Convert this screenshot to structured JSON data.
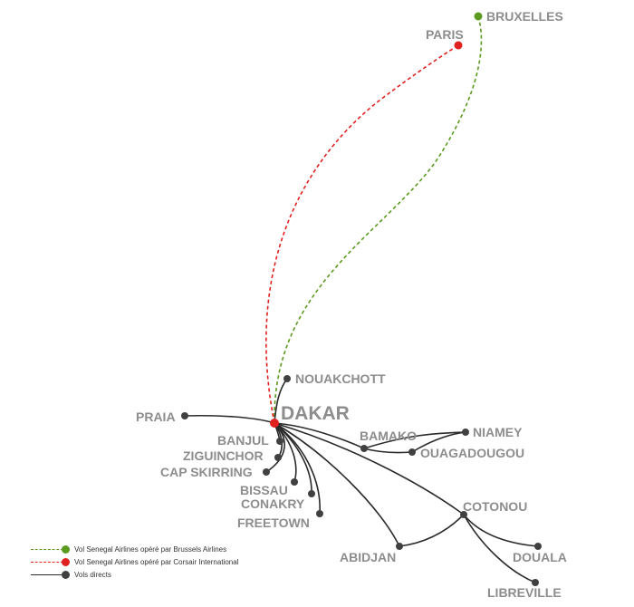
{
  "colors": {
    "brussels": "#5a9a1e",
    "corsair": "#e0211f",
    "direct": "#2b2b2b",
    "label": "#8d8d8d",
    "hub": "#e0211f"
  },
  "hub": {
    "name": "DAKAR"
  },
  "cities": {
    "bruxelles": "BRUXELLES",
    "paris": "PARIS",
    "nouakchott": "NOUAKCHOTT",
    "praia": "PRAIA",
    "banjul": "BANJUL",
    "ziguinchor": "ZIGUINCHOR",
    "cap_skirring": "CAP SKIRRING",
    "bissau": "BISSAU",
    "conakry": "CONAKRY",
    "freetown": "FREETOWN",
    "bamako": "BAMAKO",
    "niamey": "NIAMEY",
    "ouagadougou": "OUAGADOUGOU",
    "cotonou": "COTONOU",
    "abidjan": "ABIDJAN",
    "douala": "DOUALA",
    "libreville": "LIBREVILLE"
  },
  "legend": {
    "brussels": "Vol Senegal Airlines opéré par Brussels Airlines",
    "corsair": "Vol Senegal Airlines opéré par Corsair International",
    "direct": "Vols directs"
  }
}
